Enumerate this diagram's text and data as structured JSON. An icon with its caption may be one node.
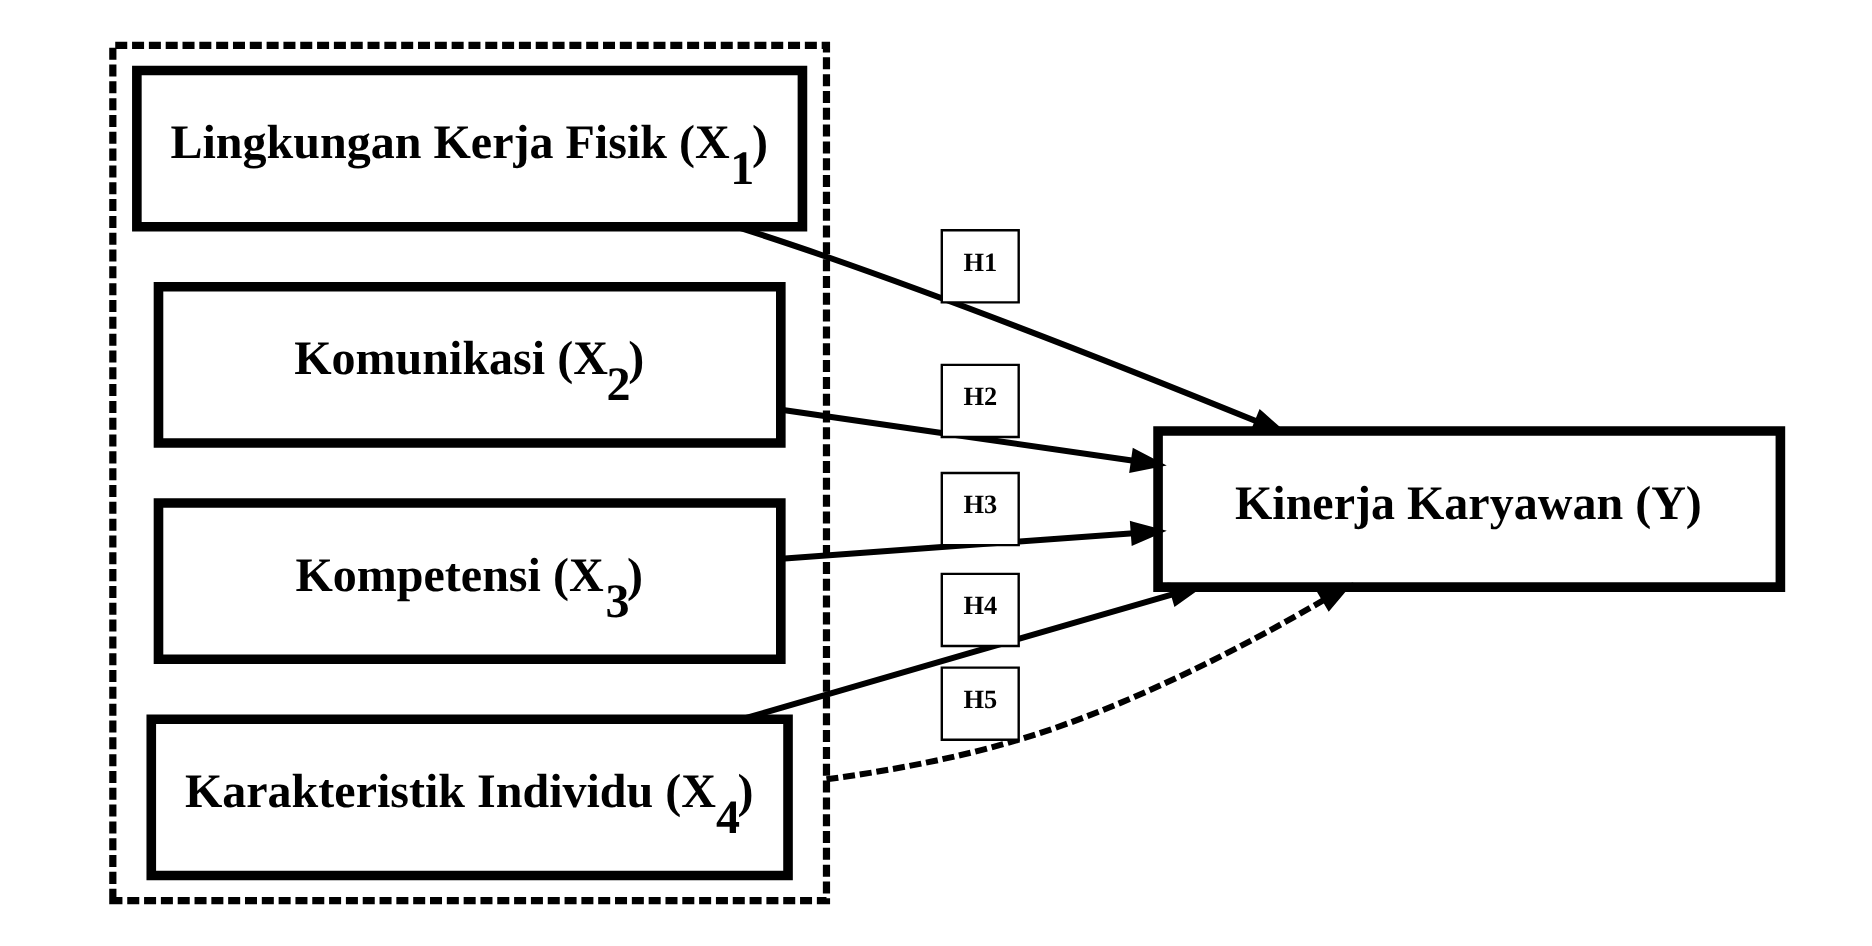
{
  "diagram": {
    "nodes": [
      {
        "text": [],
        "shape": "box"
      },
      {
        "text": [
          "Lingkungan Kerja Fisik (X$_{1}$)"
        ],
        "in": 0
      },
      {
        "text": [
          "Komunikasi (X$_{2}$)"
        ],
        "in": 0
      },
      {
        "text": [
          "Kompetensi (X$_{3}$)"
        ],
        "in": 0
      },
      {
        "text": [
          "Karakteristik Individu (X$_{4}$)"
        ],
        "in": 0
      },
      {
        "text": [
          "Kinerja Karyawan (Y)"
        ]
      }
    ],
    "edges": [
      {
        "from": 1,
        "to": 5,
        "arrow": "to",
        "label": "H1"
      },
      {
        "from": 2,
        "to": 5,
        "arrow": "to",
        "label": "H2"
      },
      {
        "from": 3,
        "to": 5,
        "arrow": "to",
        "label": "H3"
      },
      {
        "from": 4,
        "to": 5,
        "arrow": "to",
        "label": "H4"
      },
      {
        "from": 0,
        "to": 5,
        "arrow": "to",
        "label": "H5",
        "style": "dashed"
      }
    ]
  }
}
